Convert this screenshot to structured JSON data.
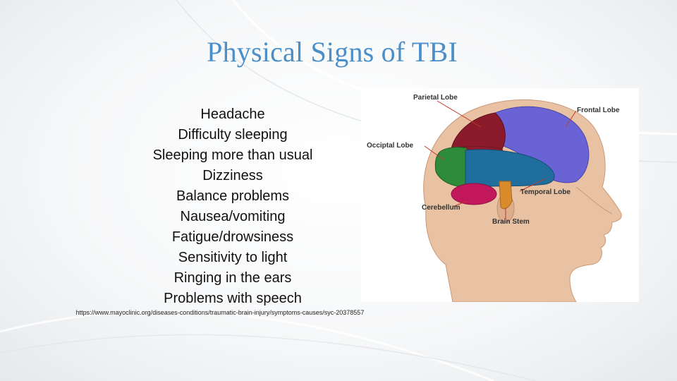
{
  "slide": {
    "title": "Physical Signs of TBI",
    "symptoms": [
      "Headache",
      "Difficulty sleeping",
      "Sleeping more than usual",
      "Dizziness",
      "Balance problems",
      "Nausea/vomiting",
      "Fatigue/drowsiness",
      "Sensitivity to light",
      "Ringing in the ears",
      "Problems with speech"
    ],
    "source_url": "https://www.mayoclinic.org/diseases-conditions/traumatic-brain-injury/symptoms-causes/syc-20378557"
  },
  "figure": {
    "labels": {
      "parietal": "Parietal Lobe",
      "frontal": "Frontal Lobe",
      "occipital": "Occiptal Lobe",
      "temporal": "Temporal Lobe",
      "cerebellum": "Cerebellum",
      "brainstem": "Brain Stem"
    },
    "colors": {
      "parietal": "#8b1a2b",
      "frontal": "#6a63d6",
      "occipital": "#2e8b3a",
      "temporal": "#1f6e9e",
      "cerebellum": "#c2185b",
      "brainstem": "#d98a2b",
      "skin": "#e8c2a2",
      "title": "#4a8fc9"
    }
  }
}
